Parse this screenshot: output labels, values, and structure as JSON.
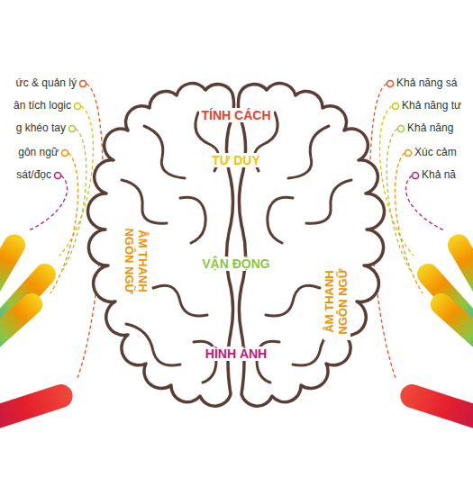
{
  "diagram": {
    "labels": [
      "ức & quản lý",
      "ân tích logic",
      "g khéo tay",
      "gôn ngữ",
      "sát/đọc",
      "TÍNH CÁCH",
      "TƯ DUY",
      "ÂM THANH NGÔN NGỮ",
      "VẬN ĐỘNG",
      "ÂM THANH NGÔN NGỮ",
      "HÌNH ẢNH",
      "Khả năng sá",
      "Khả năng tư",
      "Khả năng",
      "Xúc cảm",
      "Khả nă"
    ]
  }
}
